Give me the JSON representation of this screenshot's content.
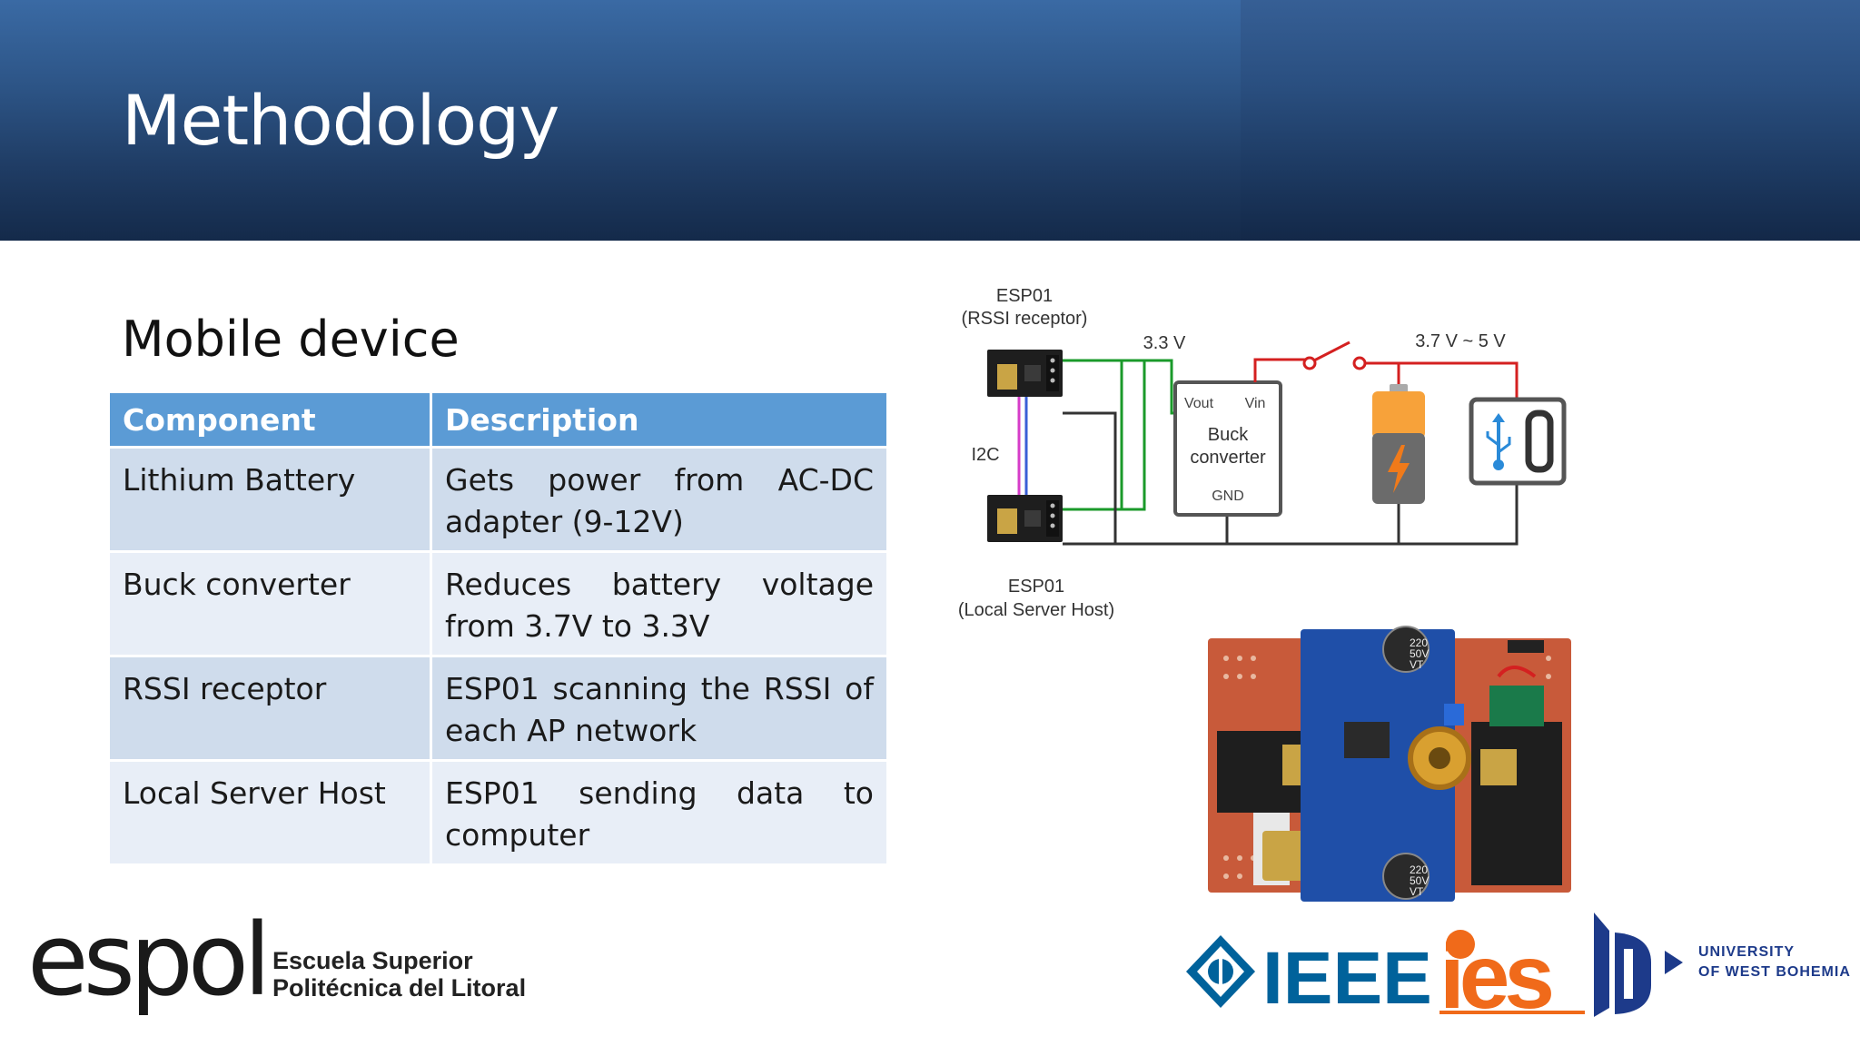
{
  "slide": {
    "title": "Methodology",
    "section_title": "Mobile device"
  },
  "table": {
    "headers": [
      "Component",
      "Description"
    ],
    "rows": [
      {
        "component": "Lithium Battery",
        "description": "Gets power from AC-DC adapter (9-12V)"
      },
      {
        "component": "Buck converter",
        "description": "Reduces battery voltage from 3.7V to 3.3V"
      },
      {
        "component": "RSSI receptor",
        "description": "ESP01 scanning the RSSI of each AP network"
      },
      {
        "component": "Local Server Host",
        "description": "ESP01 sending data to computer"
      }
    ]
  },
  "diagram": {
    "esp_top_name": "ESP01",
    "esp_top_role": "(RSSI receptor)",
    "esp_bottom_name": "ESP01",
    "esp_bottom_role": "(Local Server Host)",
    "i2c": "I2C",
    "v33": "3.3 V",
    "v375": "3.7 V ~ 5 V",
    "buck_vout": "Vout",
    "buck_vin": "Vin",
    "buck_label_1": "Buck",
    "buck_label_2": "converter",
    "buck_gnd": "GND"
  },
  "board_photo": {
    "cap_label_1": "220",
    "cap_label_2": "50V",
    "cap_label_3": "VT"
  },
  "logos": {
    "espol": "espol",
    "espol_line1": "Escuela Superior",
    "espol_line2": "Politécnica del Litoral",
    "ieee": "IEEE",
    "ies": "ies",
    "uwb_line1": "UNIVERSITY",
    "uwb_line2": "OF WEST BOHEMIA"
  },
  "colors": {
    "header_blue": "#2d5587",
    "table_header": "#5b9bd5",
    "row_dark": "#cfdcec",
    "row_light": "#e8eef7",
    "wire_green": "#1a9a2a",
    "wire_red": "#d42020",
    "wire_magenta": "#d63cc8",
    "wire_blue": "#3a5fd6",
    "wire_dark": "#333333",
    "ieee_blue": "#00629b",
    "ies_orange": "#f06a1a"
  }
}
